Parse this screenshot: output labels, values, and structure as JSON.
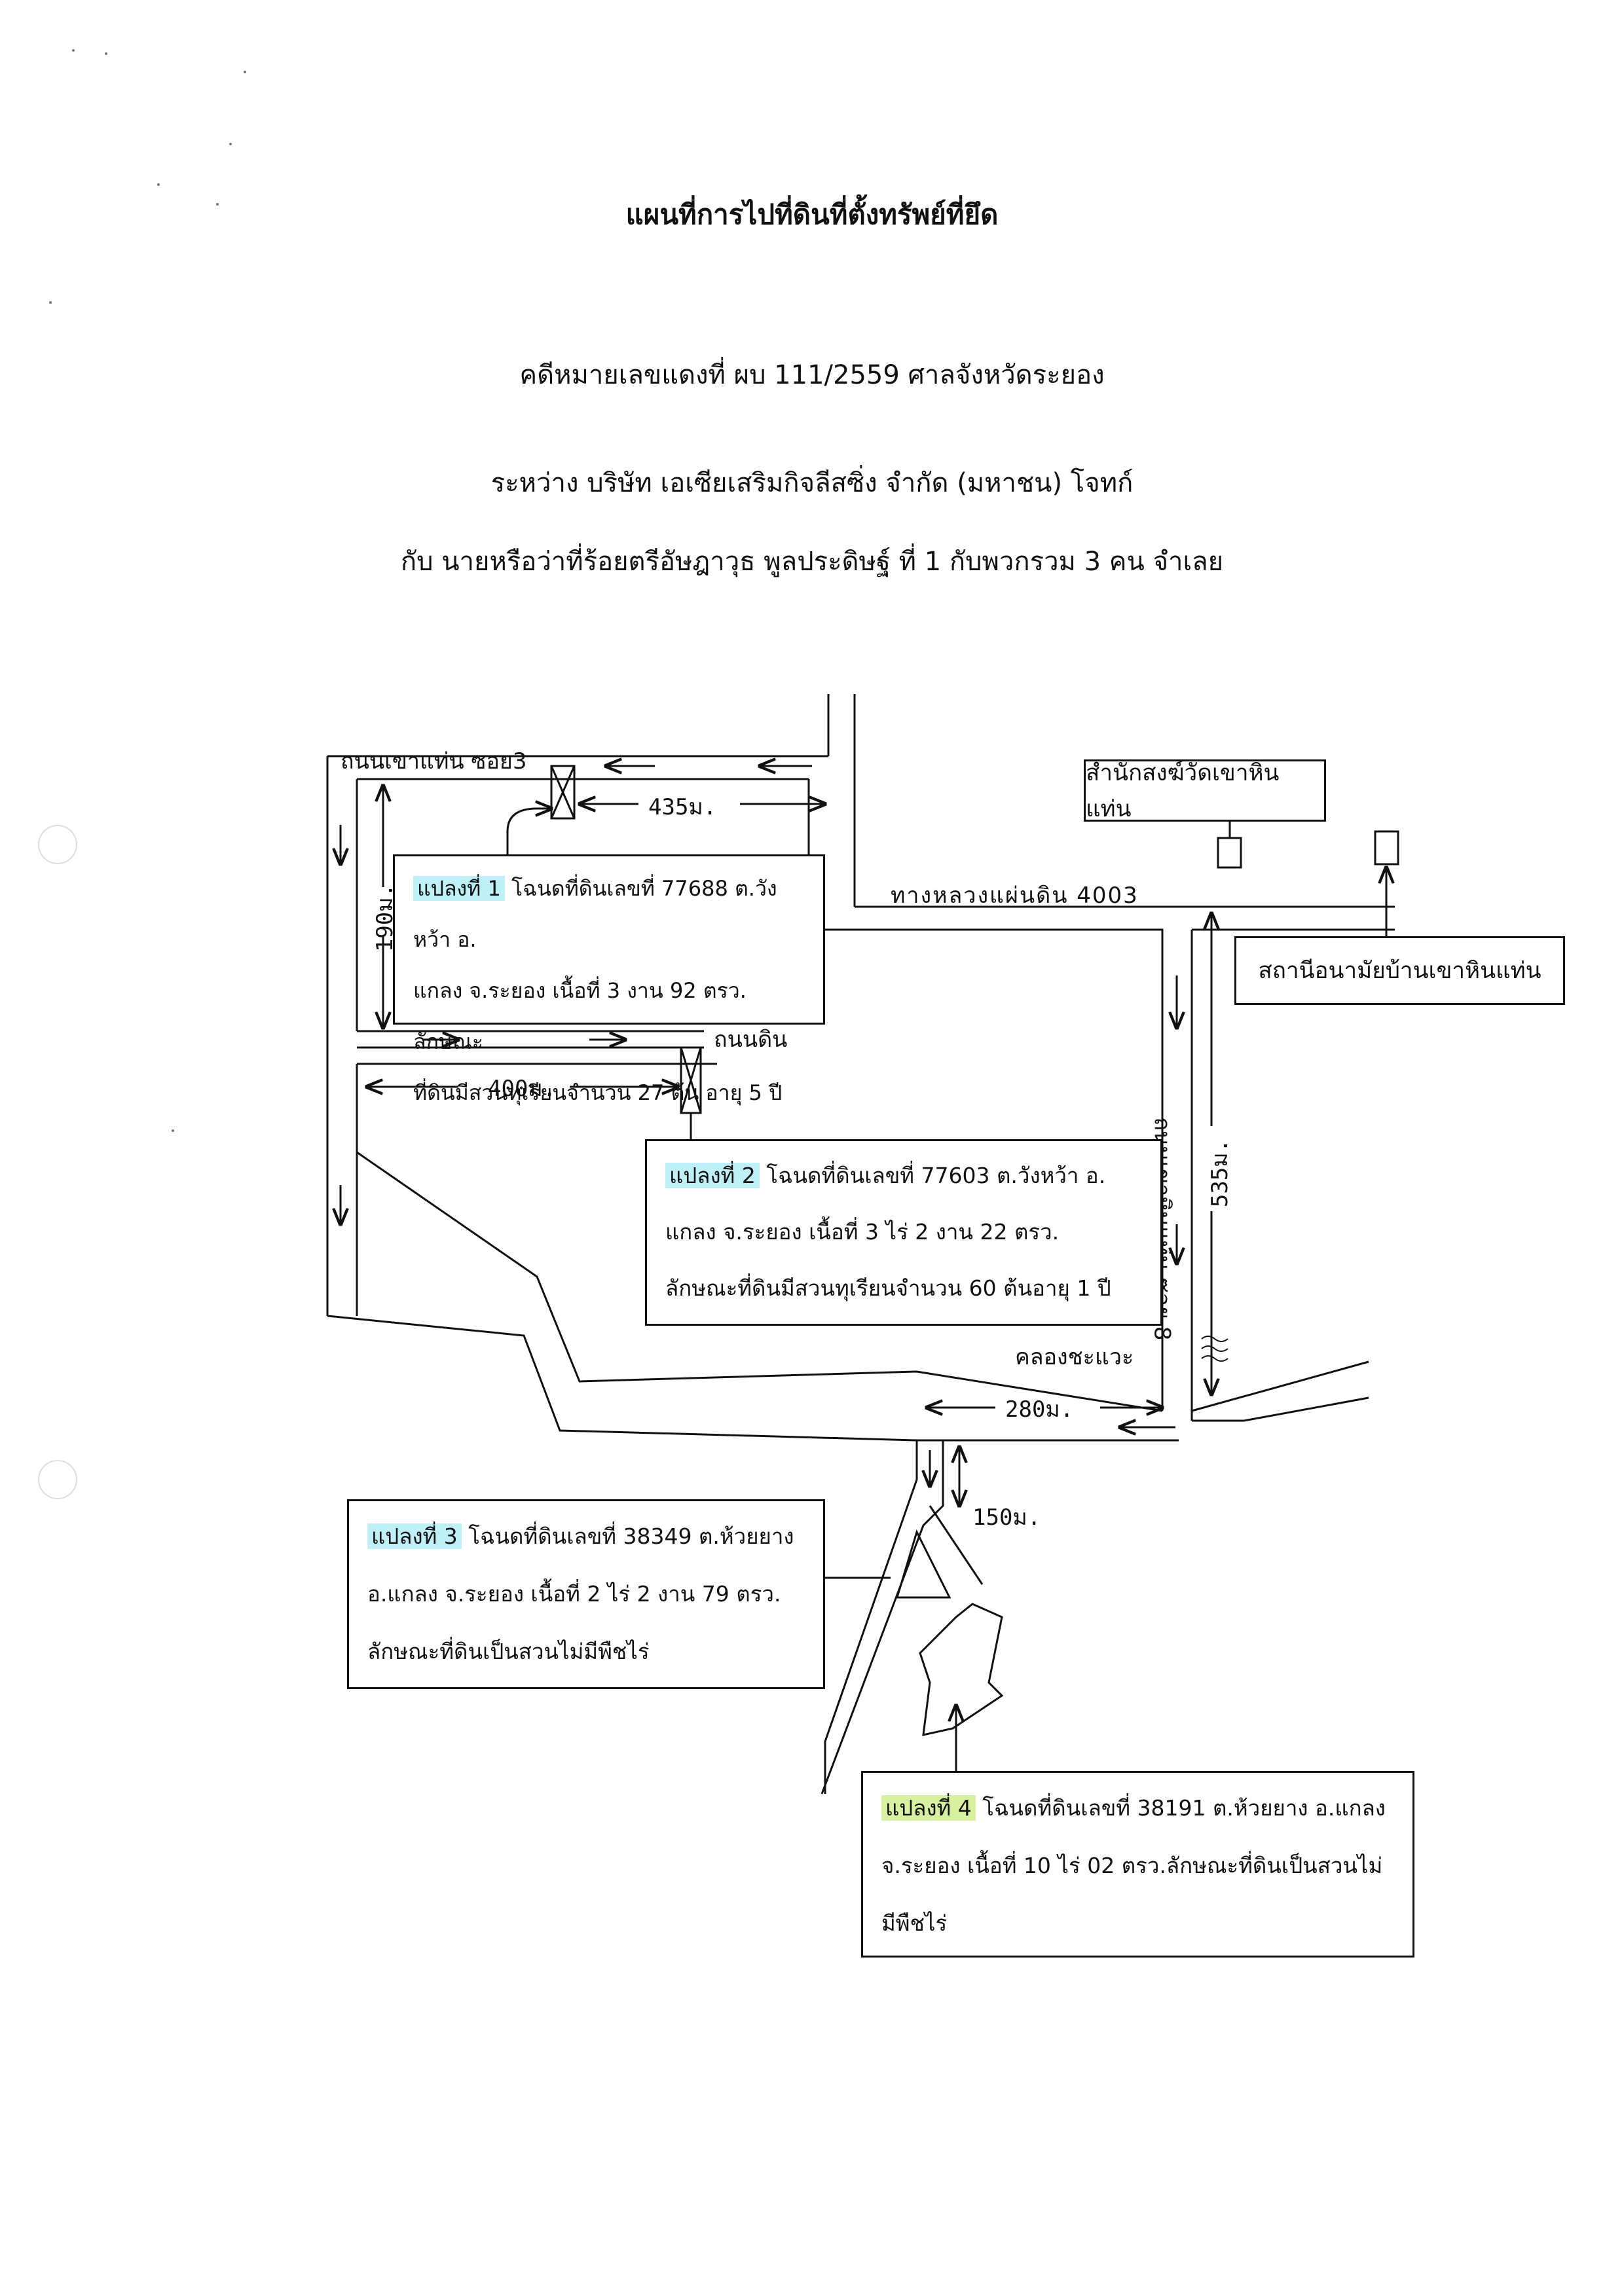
{
  "title": "แผนที่การไปที่ดินที่ตั้งทรัพย์ที่ยึด",
  "case_line": "คดีหมายเลขแดงที่ ผบ 111/2559 ศาลจังหวัดระยอง",
  "between_line": "ระหว่าง   บริษัท เอเซียเสริมกิจลีสซิ่ง จำกัด  (มหาชน) โจทก์",
  "defendant_line": "กับ นายหรือว่าที่ร้อยตรีอัษฎาวุธ พูลประดิษฐ์ ที่ 1 กับพวกรวม 3 คน  จำเลย",
  "map": {
    "roads": {
      "soi3": "ถนนเขาแท่น  ซอย3",
      "dirt_road": "ถนนดิน",
      "highway": "ทางหลวงแผ่นดิน  4003",
      "road_vertical": "ถนนเขาหินแท่น ซอย 8",
      "canal": "คลองชะแวะ"
    },
    "distances": {
      "d435": "435ม.",
      "d190": "190ม.",
      "d400": "400ม.",
      "d535": "535ม.",
      "d280": "280ม.",
      "d150": "150ม."
    },
    "landmarks": {
      "temple": "สำนักสงฆ์วัดเขาหินแท่น",
      "health_station": "สถานีอนามัยบ้านเขาหินแท่น"
    },
    "plots": [
      {
        "tag": "แปลงที่ 1",
        "lines": [
          "โฉนดที่ดินเลขที่ 77688 ต.วังหว้า อ.",
          "แกลง จ.ระยอง เนื้อที่ 3 งาน 92 ตรว. ลักษณะ",
          "ที่ดินมีสวนทุเรียนจำนวน 27 ต้น  อายุ 5 ปี"
        ],
        "highlight": "#bff0f7"
      },
      {
        "tag": "แปลงที่ 2",
        "lines": [
          "โฉนดที่ดินเลขที่ 77603  ต.วังหว้า อ.",
          "แกลง จ.ระยอง เนื้อที่ 3 ไร่ 2 งาน 22 ตรว.",
          "ลักษณะที่ดินมีสวนทุเรียนจำนวน 60 ต้นอายุ 1 ปี"
        ],
        "highlight": "#bff0f7"
      },
      {
        "tag": "แปลงที่ 3",
        "lines": [
          "โฉนดที่ดินเลขที่ 38349 ต.ห้วยยาง",
          "อ.แกลง จ.ระยอง เนื้อที่ 2 ไร่ 2 งาน 79 ตรว.",
          "ลักษณะที่ดินเป็นสวนไม่มีพืชไร่"
        ],
        "highlight": "#bff0f7"
      },
      {
        "tag": "แปลงที่ 4",
        "lines": [
          "โฉนดที่ดินเลขที่ 38191 ต.ห้วยยาง อ.แกลง",
          "จ.ระยอง เนื้อที่ 10 ไร่ 02 ตรว.ลักษณะที่ดินเป็นสวนไม่",
          "มีพืชไร่"
        ],
        "highlight": "#d8f1a0"
      }
    ]
  }
}
